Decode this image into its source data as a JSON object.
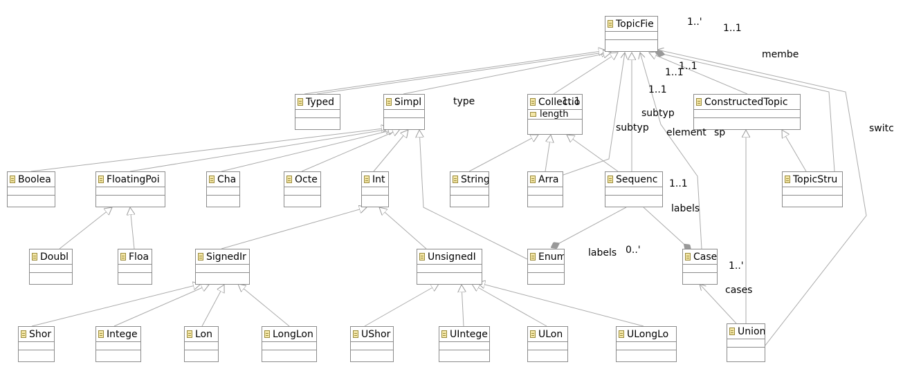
{
  "classes": {
    "topicfield": "TopicFie",
    "typed": "Typed",
    "simple": "Simpl",
    "collection": "Collectio",
    "collection_attr": "length",
    "constructed": "ConstructedTopic",
    "boolean": "Boolea",
    "floatingpoint": "FloatingPoi",
    "char": "Cha",
    "octet": "Octe",
    "int": "Int",
    "string": "String",
    "array": "Arra",
    "sequence": "Sequenc",
    "topicstruct": "TopicStru",
    "double": "Doubl",
    "float": "Floa",
    "signedint": "SignedIr",
    "unsignedint": "UnsignedI",
    "enum": "Enum",
    "case": "Case",
    "short": "Shor",
    "integer": "Intege",
    "long": "Lon",
    "longlong": "LongLon",
    "ushort": "UShor",
    "uinteger": "UIntege",
    "ulong": "ULon",
    "ulonglong": "ULongLo",
    "union": "Union"
  },
  "labels": {
    "m_1a": "1..'",
    "m_1b": "1..1",
    "member": "membe",
    "m_1c": "1..1",
    "m_1d": "1..1",
    "m_1e": "1..1",
    "type": "type",
    "collectio_type": "1..1",
    "subtype1": "subtyp",
    "subtype2": "subtyp",
    "element": "element",
    "sp": "sp",
    "switch": "switc",
    "m_seq": "1..1",
    "labels1": "labels",
    "labels2": "labels",
    "m_0": "0..'",
    "m_1f": "1..'",
    "cases": "cases"
  }
}
